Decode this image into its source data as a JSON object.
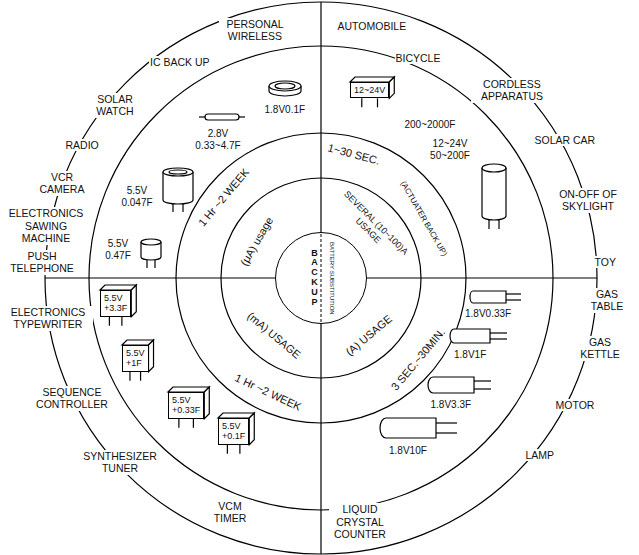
{
  "diagram": {
    "nodes": [
      {
        "text": [
          "BACK UP",
          "BATTERY SUBSTITUTION"
        ]
      },
      {
        "text": [
          "12~24V"
        ]
      },
      {
        "text": [
          "5.5V +3.3F"
        ]
      },
      {
        "text": [
          "5.5V +1F"
        ]
      },
      {
        "text": [
          "5.5V +0.33F"
        ]
      },
      {
        "text": [
          "5.5V +0.1F"
        ]
      }
    ],
    "labels": [
      "PERSONAL WIRELESS",
      "AUTOMOBILE",
      "IC BACK UP",
      "BICYCLE",
      "SOLAR WATCH",
      "CORDLESS APPARATUS",
      "RADIO",
      "SOLAR CAR",
      "VCR CAMERA",
      "ON-OFF OF SKYLIGHT",
      "ELECTRONICS SAWING MACHINE",
      "TOY",
      "PUSH TELEPHONE",
      "GAS TABLE",
      "ELECTRONICS TYPEWRITER",
      "GAS KETTLE",
      "SEQUENCE CONTROLLER",
      "MOTOR",
      "SYNTHESIZER TUNER",
      "LAMP",
      "VCM TIMER",
      "LIQUID CRYSTAL COUNTER",
      "1.8V0.1F",
      "2.8V 0.33~4.7F",
      "5.5V 0.047F",
      "5.5V 0.47F",
      "200~2000F",
      "12~24V 50~200F",
      "1.8V0.33F",
      "1.8V1F",
      "1.8V3.3F",
      "1.8V10F",
      "1 Hr ~2 WEEK",
      "(μA) usage",
      "1~30 SEC.",
      "(ACTUATER BACK UP)",
      "SEVERAL (10~100)A USAGE",
      "(mA) USAGE",
      "1 Hr ~2 WEEK",
      "(A) USAGE",
      "3 SEC.~30MIN."
    ]
  }
}
